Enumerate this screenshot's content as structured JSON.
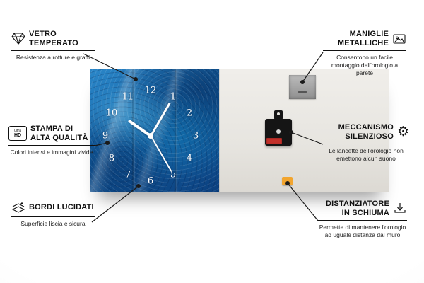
{
  "callouts": {
    "vetro": {
      "title": "VETRO TEMPERATO",
      "desc": "Resistenza a rotture e graffi"
    },
    "stampa": {
      "title": "STAMPA DI ALTA QUALITÀ",
      "desc": "Colori intensi e immagini vivide"
    },
    "bordi": {
      "title": "BORDI LUCIDATI",
      "desc": "Superficie liscia e sicura"
    },
    "maniglie": {
      "title": "MANIGLIE METALLICHE",
      "desc": "Consentono un facile montaggio dell'orologio a parete"
    },
    "meccanismo": {
      "title": "MECCANISMO SILENZIOSO",
      "desc": "Le lancette dell'orologio non emettono alcun suono"
    },
    "distanziatore": {
      "title": "DISTANZIATORE IN SCHIUMA",
      "desc": "Permette di mantenere l'orologio ad uguale distanza dal muro"
    }
  },
  "icons": {
    "ultra_hd_line1": "ultra",
    "ultra_hd_line2": "HD",
    "gear_glyph": "⚙"
  },
  "clock": {
    "numbers": [
      "1",
      "2",
      "3",
      "4",
      "5",
      "6",
      "7",
      "8",
      "9",
      "10",
      "11",
      "12"
    ]
  },
  "colors": {
    "clock_blue": "#1565a8",
    "line": "#1a1a1a",
    "spacer_orange": "#f2a52e",
    "mechanism_black": "#151515"
  }
}
